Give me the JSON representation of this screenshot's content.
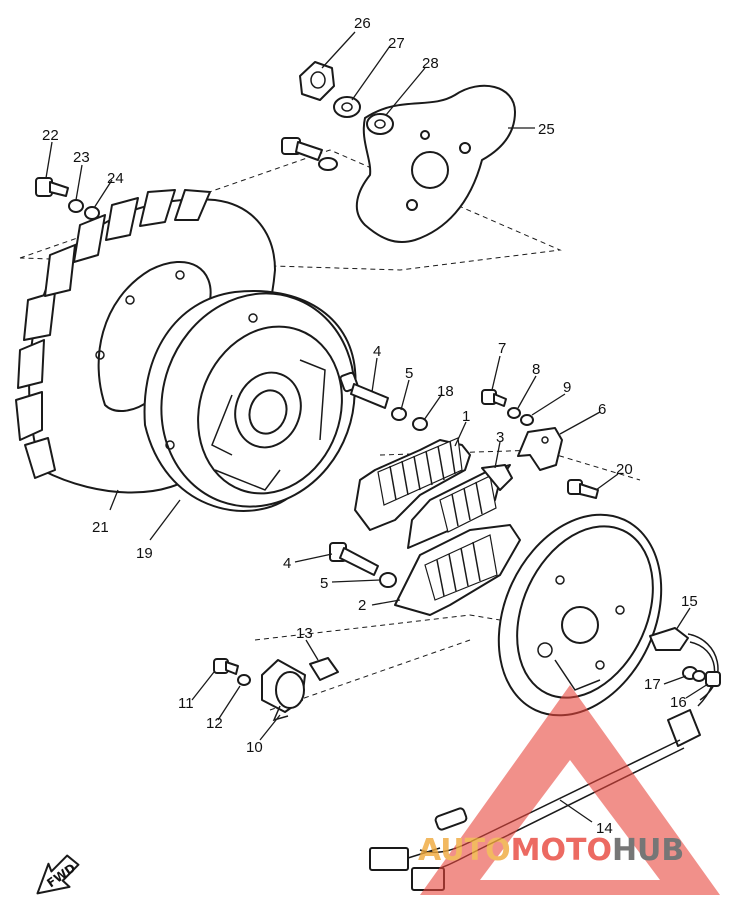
{
  "diagram": {
    "callouts": {
      "c1": "1",
      "c2": "2",
      "c3": "3",
      "c4a": "4",
      "c4b": "4",
      "c5a": "5",
      "c5b": "5",
      "c6": "6",
      "c7": "7",
      "c8": "8",
      "c9": "9",
      "c10": "10",
      "c11": "11",
      "c12": "12",
      "c13": "13",
      "c14": "14",
      "c15": "15",
      "c16": "16",
      "c17": "17",
      "c18": "18",
      "c19": "19",
      "c20": "20",
      "c21": "21",
      "c22": "22",
      "c23": "23",
      "c24": "24",
      "c25": "25",
      "c26": "26",
      "c27": "27",
      "c28": "28"
    },
    "direction_label": "FWD",
    "colors": {
      "line": "#1a1a1a",
      "background": "#ffffff"
    }
  },
  "watermark": {
    "part1": "AUTO",
    "part2": "MOTO",
    "part3": "HUB",
    "colors": {
      "triangle": "#e8463c",
      "part1": "#f0a83a",
      "part2": "#e8463c",
      "part3": "#555555"
    }
  }
}
